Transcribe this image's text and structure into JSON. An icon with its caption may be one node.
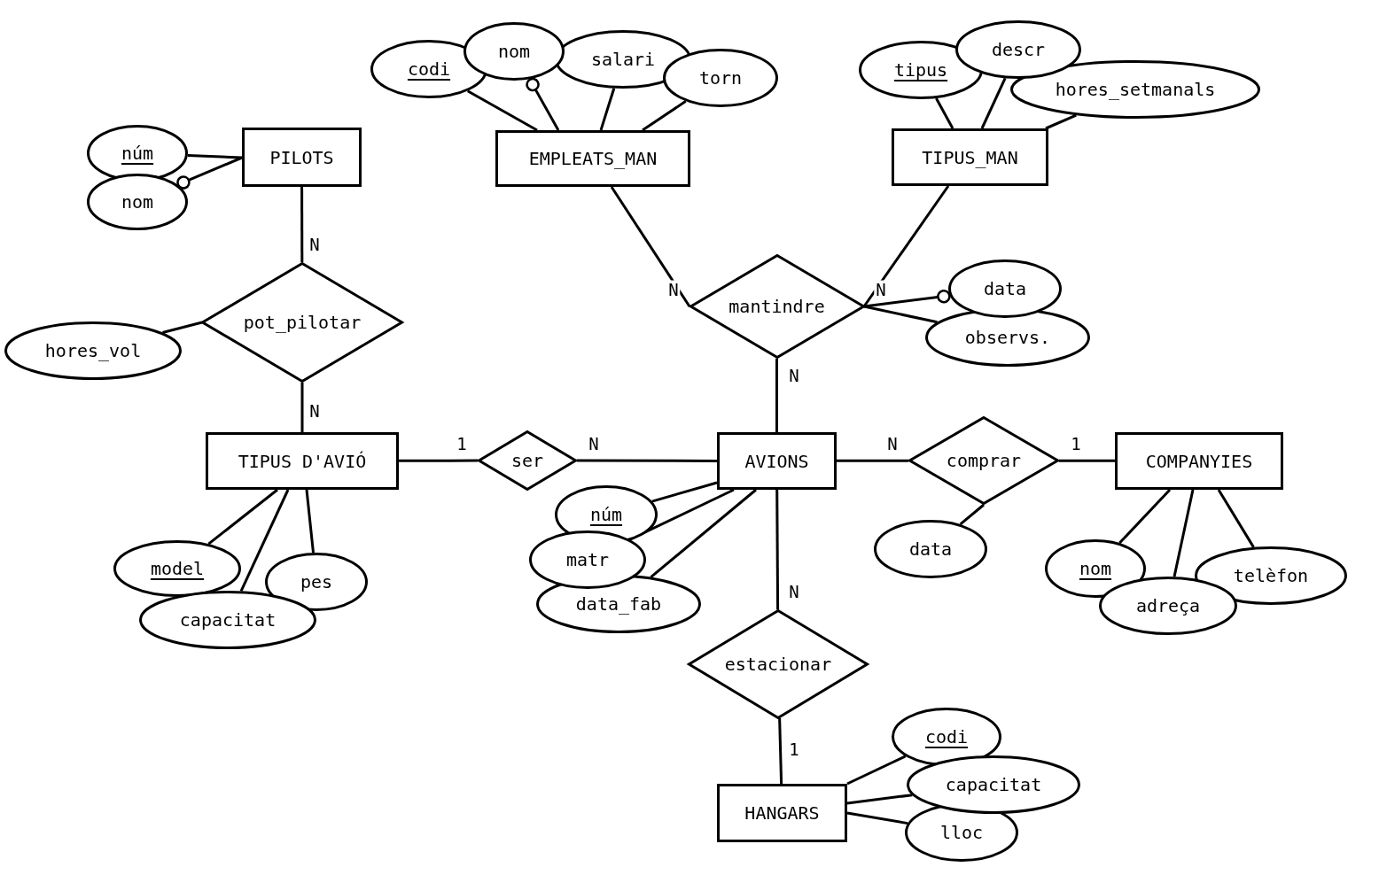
{
  "diagram": {
    "nodes": [
      {
        "text": [
          "PILOTS"
        ]
      },
      {
        "text": [
          "núm"
        ]
      },
      {
        "text": [
          "nom"
        ]
      },
      {
        "text": [
          "pot_pilotar"
        ]
      },
      {
        "text": [
          "hores_vol"
        ]
      },
      {
        "text": [
          "TIPUS D'AVIÓ"
        ]
      },
      {
        "text": [
          "model"
        ]
      },
      {
        "text": [
          "capacitat"
        ]
      },
      {
        "text": [
          "pes"
        ]
      },
      {
        "text": [
          "EMPLEATS_MAN"
        ]
      },
      {
        "text": [
          "codi"
        ]
      },
      {
        "text": [
          "nom"
        ]
      },
      {
        "text": [
          "salari"
        ]
      },
      {
        "text": [
          "torn"
        ]
      },
      {
        "text": [
          "TIPUS_MAN"
        ]
      },
      {
        "text": [
          "tipus"
        ]
      },
      {
        "text": [
          "descr"
        ]
      },
      {
        "text": [
          "hores_setmanals"
        ]
      },
      {
        "text": [
          "mantindre"
        ]
      },
      {
        "text": [
          "data"
        ]
      },
      {
        "text": [
          "observs."
        ]
      },
      {
        "text": [
          "AVIONS"
        ]
      },
      {
        "text": [
          "ser"
        ]
      },
      {
        "text": [
          "núm"
        ]
      },
      {
        "text": [
          "matr"
        ]
      },
      {
        "text": [
          "data_fab"
        ]
      },
      {
        "text": [
          "comprar"
        ]
      },
      {
        "text": [
          "data"
        ]
      },
      {
        "text": [
          "COMPANYIES"
        ]
      },
      {
        "text": [
          "nom"
        ]
      },
      {
        "text": [
          "adreça"
        ]
      },
      {
        "text": [
          "telèfon"
        ]
      },
      {
        "text": [
          "estacionar"
        ]
      },
      {
        "text": [
          "HANGARS"
        ]
      },
      {
        "text": [
          "codi"
        ]
      },
      {
        "text": [
          "capacitat"
        ]
      },
      {
        "text": [
          "lloc"
        ]
      }
    ],
    "edges": [
      {
        "from": 0,
        "to": 1,
        "arrow": "none"
      },
      {
        "from": 0,
        "to": 2,
        "arrow": "other"
      },
      {
        "from": 0,
        "to": 3,
        "arrow": "none",
        "label": "N"
      },
      {
        "from": 3,
        "to": 4,
        "arrow": "none"
      },
      {
        "from": 3,
        "to": 5,
        "arrow": "none",
        "label": "N"
      },
      {
        "from": 5,
        "to": 6,
        "arrow": "none"
      },
      {
        "from": 5,
        "to": 7,
        "arrow": "none"
      },
      {
        "from": 5,
        "to": 8,
        "arrow": "none"
      },
      {
        "from": 5,
        "to": 22,
        "arrow": "none",
        "label": "1"
      },
      {
        "from": 22,
        "to": 21,
        "arrow": "none",
        "label": "N"
      },
      {
        "from": 9,
        "to": 10,
        "arrow": "none"
      },
      {
        "from": 9,
        "to": 11,
        "arrow": "other"
      },
      {
        "from": 9,
        "to": 12,
        "arrow": "none"
      },
      {
        "from": 9,
        "to": 13,
        "arrow": "none"
      },
      {
        "from": 9,
        "to": 18,
        "arrow": "none",
        "label": "N"
      },
      {
        "from": 14,
        "to": 15,
        "arrow": "none"
      },
      {
        "from": 14,
        "to": 16,
        "arrow": "none"
      },
      {
        "from": 14,
        "to": 17,
        "arrow": "none"
      },
      {
        "from": 14,
        "to": 18,
        "arrow": "none",
        "label": "N"
      },
      {
        "from": 18,
        "to": 19,
        "arrow": "other"
      },
      {
        "from": 18,
        "to": 20,
        "arrow": "none"
      },
      {
        "from": 18,
        "to": 21,
        "arrow": "none",
        "label": "N"
      },
      {
        "from": 21,
        "to": 23,
        "arrow": "none"
      },
      {
        "from": 21,
        "to": 24,
        "arrow": "none"
      },
      {
        "from": 21,
        "to": 25,
        "arrow": "none"
      },
      {
        "from": 21,
        "to": 26,
        "arrow": "none",
        "label": "N"
      },
      {
        "from": 26,
        "to": 27,
        "arrow": "none"
      },
      {
        "from": 26,
        "to": 28,
        "arrow": "none",
        "label": "1"
      },
      {
        "from": 28,
        "to": 29,
        "arrow": "none"
      },
      {
        "from": 28,
        "to": 30,
        "arrow": "none"
      },
      {
        "from": 28,
        "to": 31,
        "arrow": "none"
      },
      {
        "from": 21,
        "to": 32,
        "arrow": "none",
        "label": "N"
      },
      {
        "from": 32,
        "to": 33,
        "arrow": "none",
        "label": "1"
      },
      {
        "from": 33,
        "to": 34,
        "arrow": "none"
      },
      {
        "from": 33,
        "to": 35,
        "arrow": "none"
      },
      {
        "from": 33,
        "to": 36,
        "arrow": "none"
      }
    ]
  }
}
